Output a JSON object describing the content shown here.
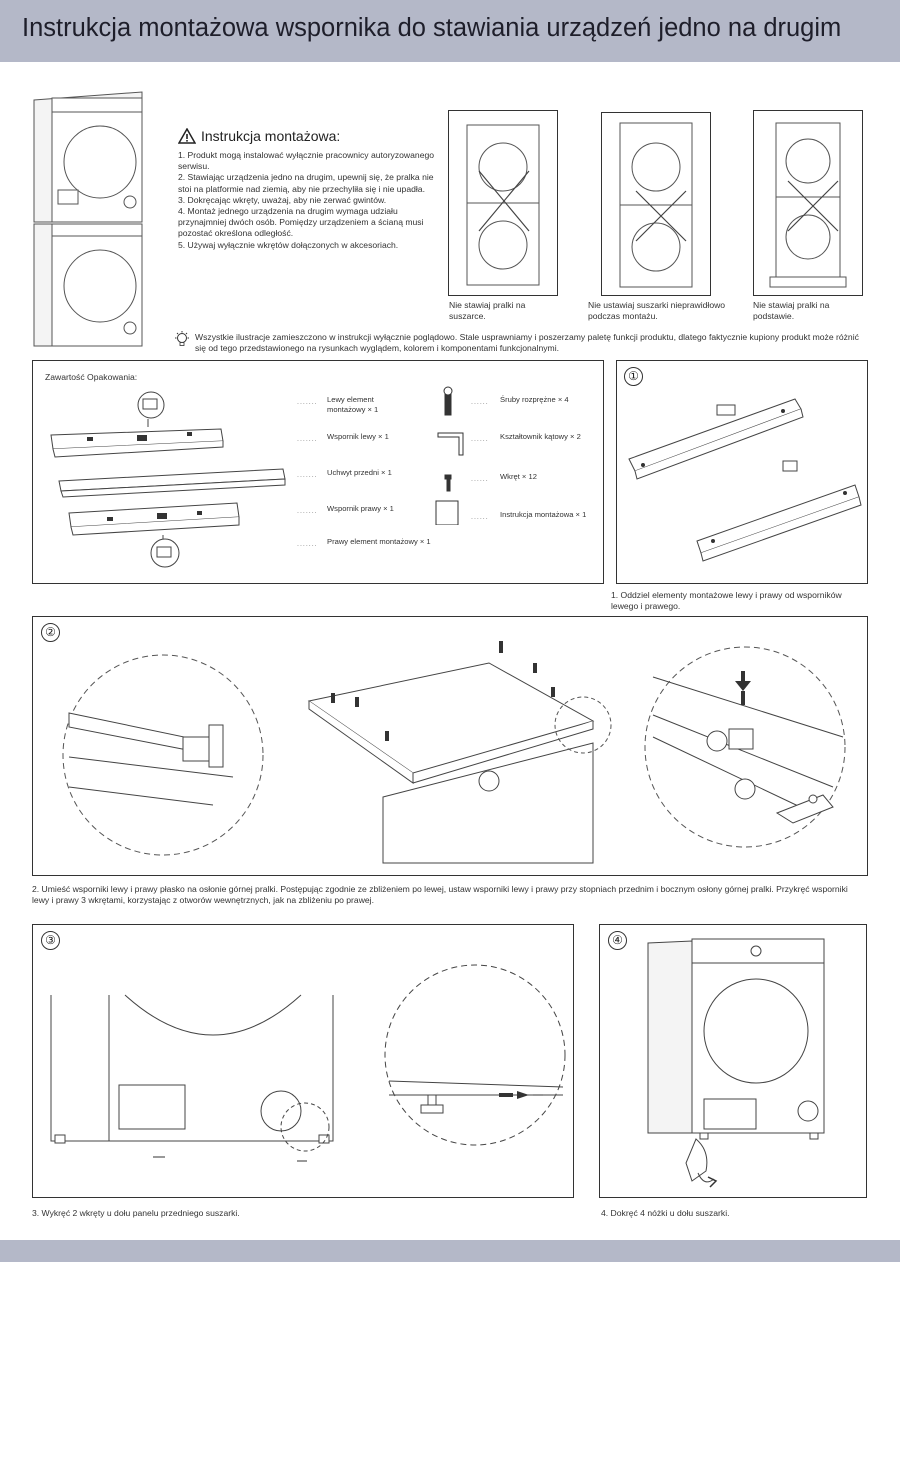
{
  "header": {
    "title": "Instrukcja montażowa wspornika do stawiania urządzeń jedno na drugim"
  },
  "instructions": {
    "title": "Instrukcja montażowa:",
    "items": [
      "1. Produkt mogą instalować wyłącznie pracownicy autoryzowanego serwisu.",
      "2. Stawiając urządzenia jedno na drugim, upewnij się, że pralka nie stoi na platformie nad ziemią, aby nie przechyliła się i nie upadła.",
      "3. Dokręcając wkręty, uważaj, aby nie zerwać gwintów.",
      "4. Montaż jednego urządzenia na drugim wymaga udziału przynajmniej dwóch osób. Pomiędzy urządzeniem a ścianą musi pozostać określona odległość.",
      "5. Używaj wyłącznie wkrętów dołączonych w akcesoriach."
    ]
  },
  "warnings": [
    "Nie stawiaj pralki na suszarce.",
    "Nie ustawiaj suszarki nieprawidłowo podczas montażu.",
    "Nie stawiaj pralki na podstawie."
  ],
  "note": "Wszystkie ilustracje zamieszczono w instrukcji wyłącznie poglądowo. Stale usprawniamy i poszerzamy paletę funkcji produktu, dlatego faktycznie kupiony produkt może różnić się od tego przedstawionego na rysunkach wyglądem, kolorem i komponentami funkcjonalnymi.",
  "package": {
    "title": "Zawartość Opakowania:",
    "left_items": [
      "Lewy element montażowy × 1",
      "Wspornik lewy × 1",
      "Uchwyt przedni × 1",
      "Wspornik prawy × 1",
      "Prawy element montażowy × 1"
    ],
    "right_items": [
      "Śruby rozprężne × 4",
      "Kształtownik kątowy × 2",
      "Wkręt × 12",
      "Instrukcja montażowa × 1"
    ]
  },
  "steps": {
    "s1": {
      "num": "①",
      "caption": "1. Oddziel elementy montażowe lewy i prawy od wsporników lewego i prawego."
    },
    "s2": {
      "num": "②",
      "caption": "2. Umieść wsporniki lewy i prawy płasko na osłonie górnej pralki. Postępując zgodnie ze zbliżeniem po lewej, ustaw wsporniki lewy i prawy przy stopniach przednim i bocznym osłony górnej pralki. Przykręć wsporniki lewy i prawy 3 wkrętami, korzystając z otworów wewnętrznych, jak na zbliżeniu po prawej."
    },
    "s3": {
      "num": "③",
      "caption": "3. Wykręć 2 wkręty u dołu panelu przedniego suszarki."
    },
    "s4": {
      "num": "④",
      "caption": "4. Dokręć 4 nóżki u dołu suszarki."
    }
  }
}
